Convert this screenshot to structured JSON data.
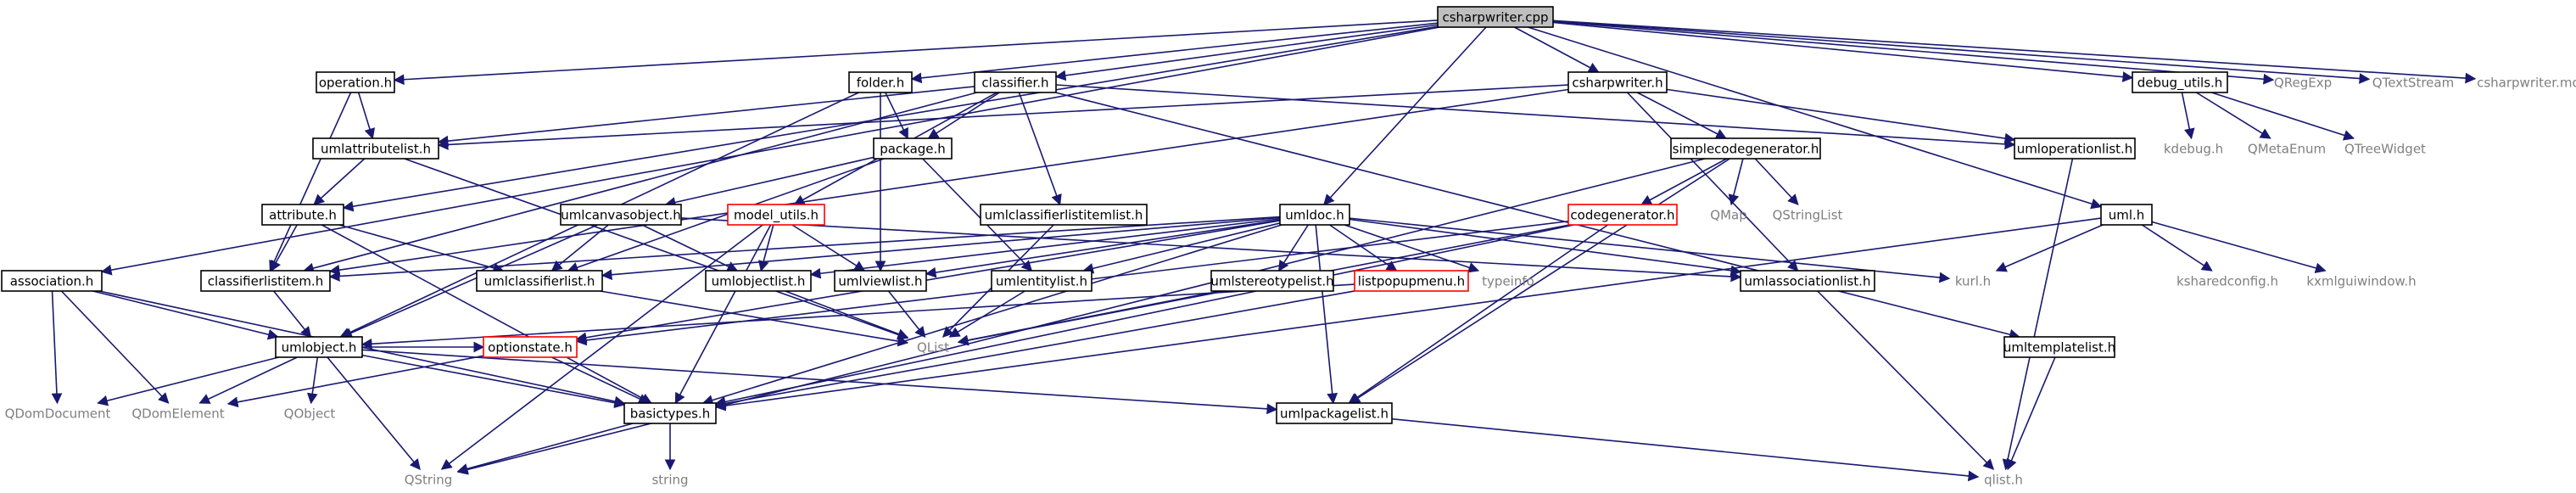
{
  "diagram": {
    "kind": "include-dependency-graph",
    "colors": {
      "edge": "#191970",
      "root_fill": "#bfbfbf",
      "default_border": "#000000",
      "truncated_border": "#ff0000",
      "external_text": "#7f7f7f",
      "text": "#000000"
    },
    "nodes": [
      {
        "id": "csharpwriter_cpp",
        "label": "csharpwriter.cpp",
        "style": "root"
      },
      {
        "id": "operation_h",
        "label": "operation.h",
        "style": "box"
      },
      {
        "id": "folder_h",
        "label": "folder.h",
        "style": "box"
      },
      {
        "id": "classifier_h",
        "label": "classifier.h",
        "style": "box"
      },
      {
        "id": "csharpwriter_h",
        "label": "csharpwriter.h",
        "style": "box"
      },
      {
        "id": "debug_utils_h",
        "label": "debug_utils.h",
        "style": "box"
      },
      {
        "id": "QRegExp",
        "label": "QRegExp",
        "style": "external"
      },
      {
        "id": "QTextStream",
        "label": "QTextStream",
        "style": "external"
      },
      {
        "id": "csharpwriter_moc",
        "label": "csharpwriter.moc",
        "style": "external"
      },
      {
        "id": "umlattributelist_h",
        "label": "umlattributelist.h",
        "style": "box"
      },
      {
        "id": "package_h",
        "label": "package.h",
        "style": "box"
      },
      {
        "id": "umloperationlist_h",
        "label": "umloperationlist.h",
        "style": "box"
      },
      {
        "id": "simplecodegenerator_h",
        "label": "simplecodegenerator.h",
        "style": "box"
      },
      {
        "id": "kdebug_h",
        "label": "kdebug.h",
        "style": "external"
      },
      {
        "id": "QMetaEnum",
        "label": "QMetaEnum",
        "style": "external"
      },
      {
        "id": "QTreeWidget",
        "label": "QTreeWidget",
        "style": "external"
      },
      {
        "id": "attribute_h",
        "label": "attribute.h",
        "style": "box"
      },
      {
        "id": "umlcanvasobject_h",
        "label": "umlcanvasobject.h",
        "style": "box"
      },
      {
        "id": "model_utils_h",
        "label": "model_utils.h",
        "style": "truncated"
      },
      {
        "id": "umlclassifierlistitemlist_h",
        "label": "umlclassifierlistitemlist.h",
        "style": "box"
      },
      {
        "id": "umldoc_h",
        "label": "umldoc.h",
        "style": "box"
      },
      {
        "id": "codegenerator_h",
        "label": "codegenerator.h",
        "style": "truncated"
      },
      {
        "id": "QMap",
        "label": "QMap",
        "style": "external"
      },
      {
        "id": "QStringList",
        "label": "QStringList",
        "style": "external"
      },
      {
        "id": "uml_h",
        "label": "uml.h",
        "style": "box"
      },
      {
        "id": "association_h",
        "label": "association.h",
        "style": "box"
      },
      {
        "id": "classifierlistitem_h",
        "label": "classifierlistitem.h",
        "style": "box"
      },
      {
        "id": "umlclassifierlist_h",
        "label": "umlclassifierlist.h",
        "style": "box"
      },
      {
        "id": "umlobjectlist_h",
        "label": "umlobjectlist.h",
        "style": "box"
      },
      {
        "id": "umlviewlist_h",
        "label": "umlviewlist.h",
        "style": "box"
      },
      {
        "id": "umlentitylist_h",
        "label": "umlentitylist.h",
        "style": "box"
      },
      {
        "id": "umlstereotypelist_h",
        "label": "umlstereotypelist.h",
        "style": "box"
      },
      {
        "id": "listpopupmenu_h",
        "label": "listpopupmenu.h",
        "style": "truncated"
      },
      {
        "id": "typeinfo",
        "label": "typeinfo",
        "style": "external"
      },
      {
        "id": "umlassociationlist_h",
        "label": "umlassociationlist.h",
        "style": "box"
      },
      {
        "id": "kurl_h",
        "label": "kurl.h",
        "style": "external"
      },
      {
        "id": "ksharedconfig_h",
        "label": "ksharedconfig.h",
        "style": "external"
      },
      {
        "id": "kxmlguiwindow_h",
        "label": "kxmlguiwindow.h",
        "style": "external"
      },
      {
        "id": "umlobject_h",
        "label": "umlobject.h",
        "style": "box"
      },
      {
        "id": "optionstate_h",
        "label": "optionstate.h",
        "style": "truncated"
      },
      {
        "id": "QList",
        "label": "QList",
        "style": "external"
      },
      {
        "id": "umltemplatelist_h",
        "label": "umltemplatelist.h",
        "style": "box"
      },
      {
        "id": "QDomDocument",
        "label": "QDomDocument",
        "style": "external"
      },
      {
        "id": "QDomElement",
        "label": "QDomElement",
        "style": "external"
      },
      {
        "id": "QObject",
        "label": "QObject",
        "style": "external"
      },
      {
        "id": "basictypes_h",
        "label": "basictypes.h",
        "style": "box"
      },
      {
        "id": "umlpackagelist_h",
        "label": "umlpackagelist.h",
        "style": "box"
      },
      {
        "id": "QString",
        "label": "QString",
        "style": "external"
      },
      {
        "id": "string",
        "label": "string",
        "style": "external"
      },
      {
        "id": "qlist_h",
        "label": "qlist.h",
        "style": "external"
      }
    ],
    "edges": [
      [
        "csharpwriter_cpp",
        "operation_h"
      ],
      [
        "csharpwriter_cpp",
        "folder_h"
      ],
      [
        "csharpwriter_cpp",
        "classifier_h"
      ],
      [
        "csharpwriter_cpp",
        "csharpwriter_h"
      ],
      [
        "csharpwriter_cpp",
        "debug_utils_h"
      ],
      [
        "csharpwriter_cpp",
        "QRegExp"
      ],
      [
        "csharpwriter_cpp",
        "QTextStream"
      ],
      [
        "csharpwriter_cpp",
        "csharpwriter_moc"
      ],
      [
        "csharpwriter_cpp",
        "attribute_h"
      ],
      [
        "csharpwriter_cpp",
        "association_h"
      ],
      [
        "csharpwriter_cpp",
        "umldoc_h"
      ],
      [
        "csharpwriter_cpp",
        "uml_h"
      ],
      [
        "operation_h",
        "umlattributelist_h"
      ],
      [
        "operation_h",
        "classifierlistitem_h"
      ],
      [
        "folder_h",
        "package_h"
      ],
      [
        "folder_h",
        "umlviewlist_h"
      ],
      [
        "folder_h",
        "umlobject_h"
      ],
      [
        "classifier_h",
        "package_h"
      ],
      [
        "classifier_h",
        "umlattributelist_h"
      ],
      [
        "classifier_h",
        "umloperationlist_h"
      ],
      [
        "classifier_h",
        "umlclassifierlistitemlist_h"
      ],
      [
        "classifier_h",
        "model_utils_h"
      ],
      [
        "classifier_h",
        "umltemplatelist_h"
      ],
      [
        "classifier_h",
        "classifierlistitem_h"
      ],
      [
        "csharpwriter_h",
        "simplecodegenerator_h"
      ],
      [
        "csharpwriter_h",
        "umloperationlist_h"
      ],
      [
        "csharpwriter_h",
        "umlattributelist_h"
      ],
      [
        "csharpwriter_h",
        "umlassociationlist_h"
      ],
      [
        "csharpwriter_h",
        "classifierlistitem_h"
      ],
      [
        "debug_utils_h",
        "kdebug_h"
      ],
      [
        "debug_utils_h",
        "QMetaEnum"
      ],
      [
        "debug_utils_h",
        "QTreeWidget"
      ],
      [
        "umlattributelist_h",
        "attribute_h"
      ],
      [
        "umlattributelist_h",
        "QList"
      ],
      [
        "package_h",
        "umlcanvasobject_h"
      ],
      [
        "package_h",
        "umlentitylist_h"
      ],
      [
        "package_h",
        "umlclassifierlist_h"
      ],
      [
        "umloperationlist_h",
        "qlist_h"
      ],
      [
        "simplecodegenerator_h",
        "codegenerator_h"
      ],
      [
        "simplecodegenerator_h",
        "QMap"
      ],
      [
        "simplecodegenerator_h",
        "QStringList"
      ],
      [
        "simplecodegenerator_h",
        "QString"
      ],
      [
        "simplecodegenerator_h",
        "umlpackagelist_h"
      ],
      [
        "attribute_h",
        "classifierlistitem_h"
      ],
      [
        "attribute_h",
        "umlclassifierlist_h"
      ],
      [
        "attribute_h",
        "basictypes_h"
      ],
      [
        "umlcanvasobject_h",
        "umlobject_h"
      ],
      [
        "umlcanvasobject_h",
        "umlobjectlist_h"
      ],
      [
        "umlcanvasobject_h",
        "umlclassifierlist_h"
      ],
      [
        "umlcanvasobject_h",
        "umlassociationlist_h"
      ],
      [
        "model_utils_h",
        "umlobjectlist_h"
      ],
      [
        "model_utils_h",
        "umlviewlist_h"
      ],
      [
        "model_utils_h",
        "basictypes_h"
      ],
      [
        "model_utils_h",
        "QString"
      ],
      [
        "umlclassifierlistitemlist_h",
        "QList"
      ],
      [
        "umldoc_h",
        "umlclassifierlist_h"
      ],
      [
        "umldoc_h",
        "umlobjectlist_h"
      ],
      [
        "umldoc_h",
        "umlviewlist_h"
      ],
      [
        "umldoc_h",
        "umlentitylist_h"
      ],
      [
        "umldoc_h",
        "umlstereotypelist_h"
      ],
      [
        "umldoc_h",
        "listpopupmenu_h"
      ],
      [
        "umldoc_h",
        "typeinfo"
      ],
      [
        "umldoc_h",
        "umlassociationlist_h"
      ],
      [
        "umldoc_h",
        "kurl_h"
      ],
      [
        "umldoc_h",
        "umlpackagelist_h"
      ],
      [
        "umldoc_h",
        "basictypes_h"
      ],
      [
        "umldoc_h",
        "optionstate_h"
      ],
      [
        "umldoc_h",
        "classifierlistitem_h"
      ],
      [
        "codegenerator_h",
        "QList"
      ],
      [
        "codegenerator_h",
        "basictypes_h"
      ],
      [
        "codegenerator_h",
        "umlpackagelist_h"
      ],
      [
        "codegenerator_h",
        "optionstate_h"
      ],
      [
        "uml_h",
        "kurl_h"
      ],
      [
        "uml_h",
        "ksharedconfig_h"
      ],
      [
        "uml_h",
        "kxmlguiwindow_h"
      ],
      [
        "uml_h",
        "basictypes_h"
      ],
      [
        "association_h",
        "umlobject_h"
      ],
      [
        "association_h",
        "QDomDocument"
      ],
      [
        "association_h",
        "QDomElement"
      ],
      [
        "association_h",
        "basictypes_h"
      ],
      [
        "classifierlistitem_h",
        "umlobject_h"
      ],
      [
        "umlclassifierlist_h",
        "QList"
      ],
      [
        "umlobjectlist_h",
        "QList"
      ],
      [
        "umlviewlist_h",
        "QList"
      ],
      [
        "umlentitylist_h",
        "QList"
      ],
      [
        "umlstereotypelist_h",
        "QList"
      ],
      [
        "listpopupmenu_h",
        "umlobject_h"
      ],
      [
        "listpopupmenu_h",
        "basictypes_h"
      ],
      [
        "umlassociationlist_h",
        "qlist_h"
      ],
      [
        "umlobject_h",
        "QDomDocument"
      ],
      [
        "umlobject_h",
        "QDomElement"
      ],
      [
        "umlobject_h",
        "QObject"
      ],
      [
        "umlobject_h",
        "QString"
      ],
      [
        "umlobject_h",
        "basictypes_h"
      ],
      [
        "umlobject_h",
        "umlpackagelist_h"
      ],
      [
        "umlobject_h",
        "optionstate_h"
      ],
      [
        "optionstate_h",
        "basictypes_h"
      ],
      [
        "optionstate_h",
        "QDomElement"
      ],
      [
        "umltemplatelist_h",
        "qlist_h"
      ],
      [
        "basictypes_h",
        "QString"
      ],
      [
        "basictypes_h",
        "string"
      ],
      [
        "umlpackagelist_h",
        "qlist_h"
      ]
    ]
  }
}
